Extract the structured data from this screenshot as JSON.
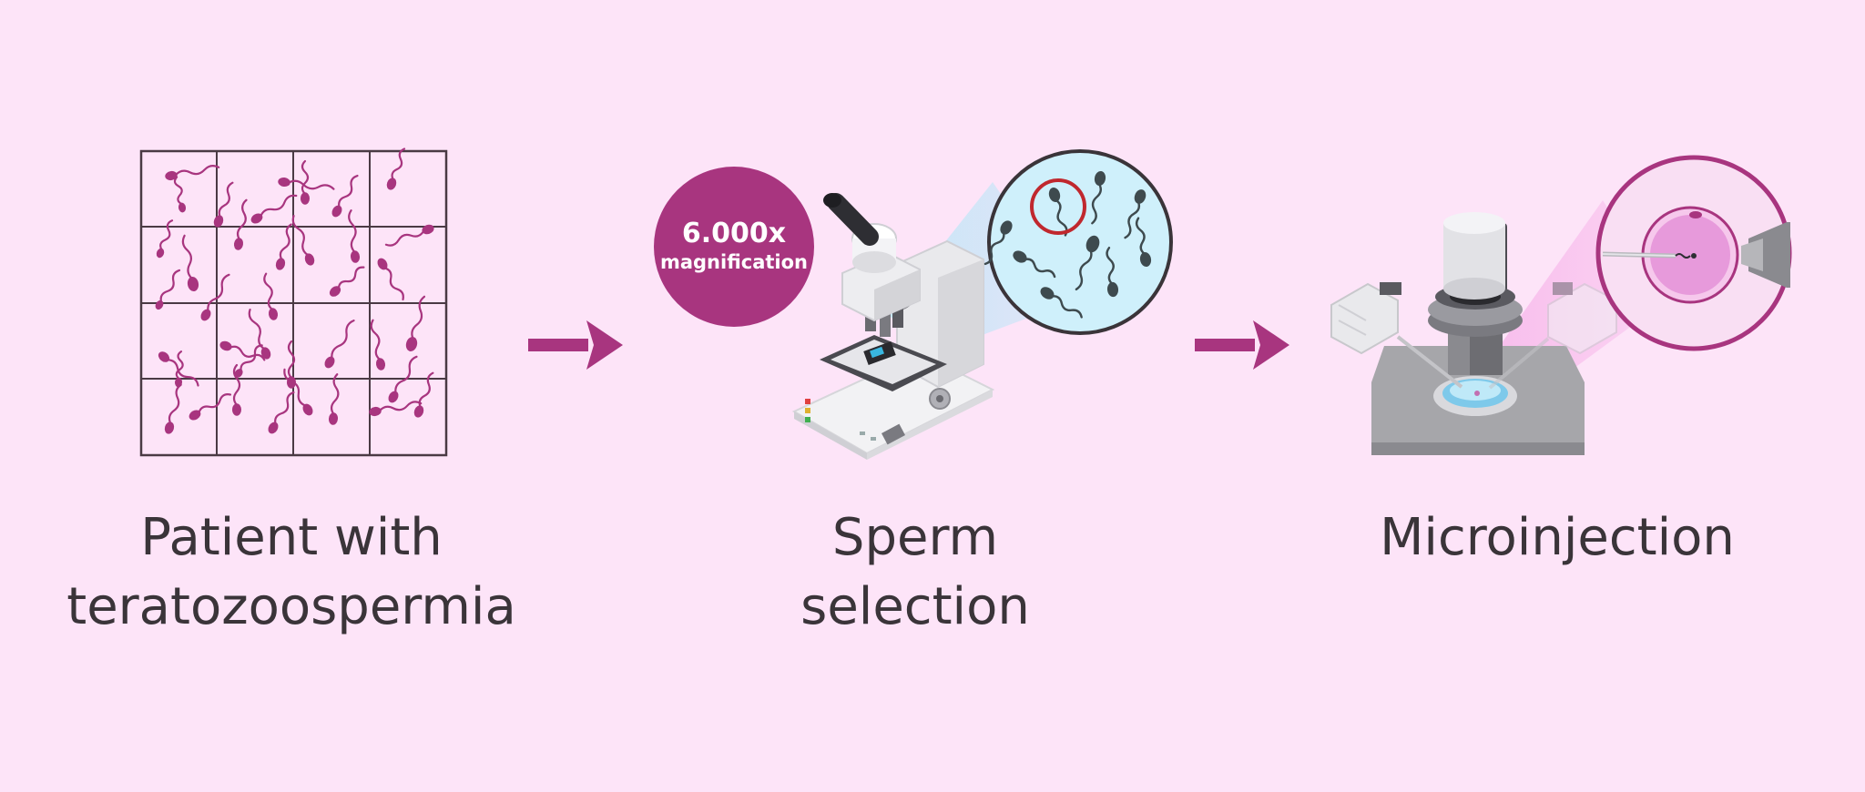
{
  "steps": [
    {
      "caption_lines": [
        "Patient with",
        "teratozoospermia"
      ]
    },
    {
      "caption_lines": [
        "Sperm",
        "selection"
      ]
    },
    {
      "caption_lines": [
        "Microinjection"
      ]
    }
  ],
  "magnification_badge": {
    "value": "6.000x",
    "label": "magnification"
  },
  "colors": {
    "background": "#fde4f8",
    "accent": "#a8357f",
    "text": "#3a3439",
    "grid_line": "#4a3a44",
    "highlight_ring": "#c0282e"
  }
}
